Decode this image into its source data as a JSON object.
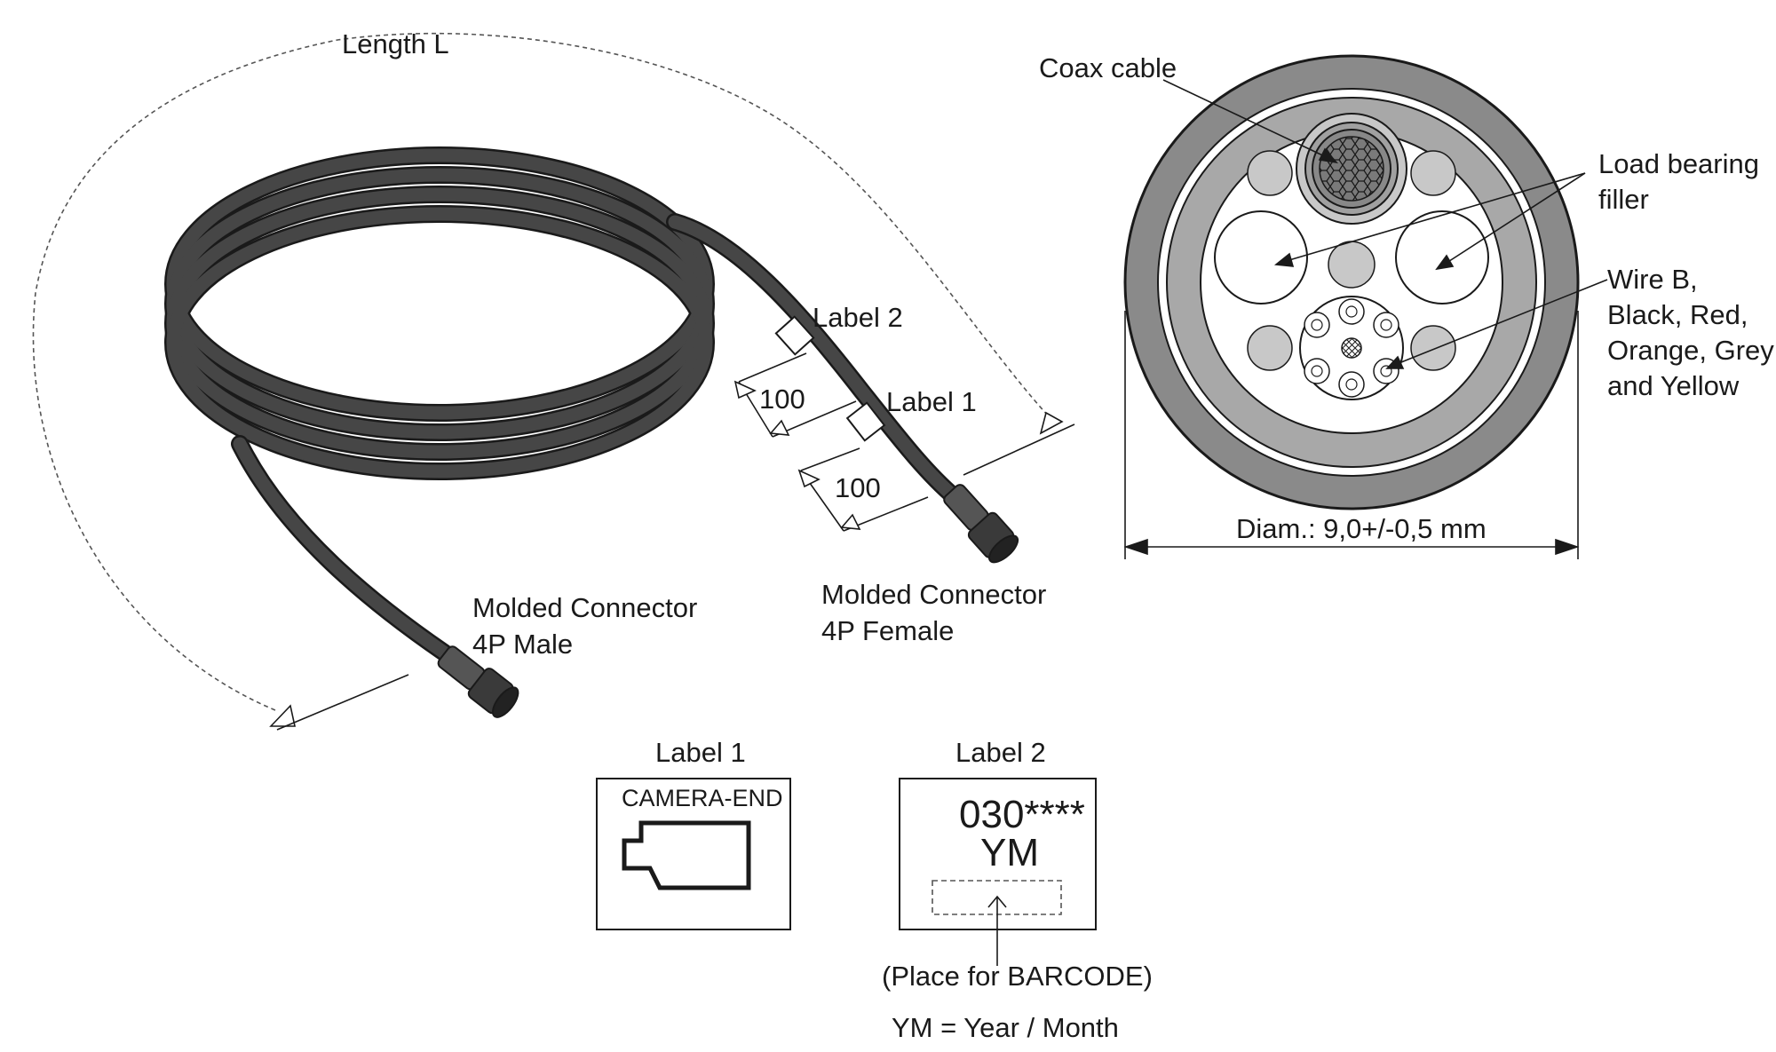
{
  "cable_drawing": {
    "length_label": "Length L",
    "label2_tag": "Label 2",
    "label1_tag": "Label 1",
    "spacing_1": "100",
    "spacing_2": "100",
    "connector_male": [
      "Molded Connector",
      "4P Male"
    ],
    "connector_female": [
      "Molded Connector",
      "4P Female"
    ]
  },
  "cross_section": {
    "coax_label": "Coax cable",
    "filler_label": [
      "Load bearing",
      "filler"
    ],
    "wire_label": [
      "Wire B,",
      "Black, Red,",
      "Orange, Grey",
      "and Yellow"
    ],
    "diameter_label": "Diam.: 9,0+/-0,5 mm"
  },
  "label1_box": {
    "title": "Label 1",
    "text": "CAMERA-END",
    "icon": "camera-icon"
  },
  "label2_box": {
    "title": "Label 2",
    "code": "030****",
    "ym": "YM",
    "barcode_note": "(Place for BARCODE)",
    "legend": "YM =  Year / Month"
  },
  "colors": {
    "line": "#1a1a1a",
    "cable": "#3f3f3f",
    "jacket": "#8c8c8c",
    "filler": "#c8c8c8"
  }
}
